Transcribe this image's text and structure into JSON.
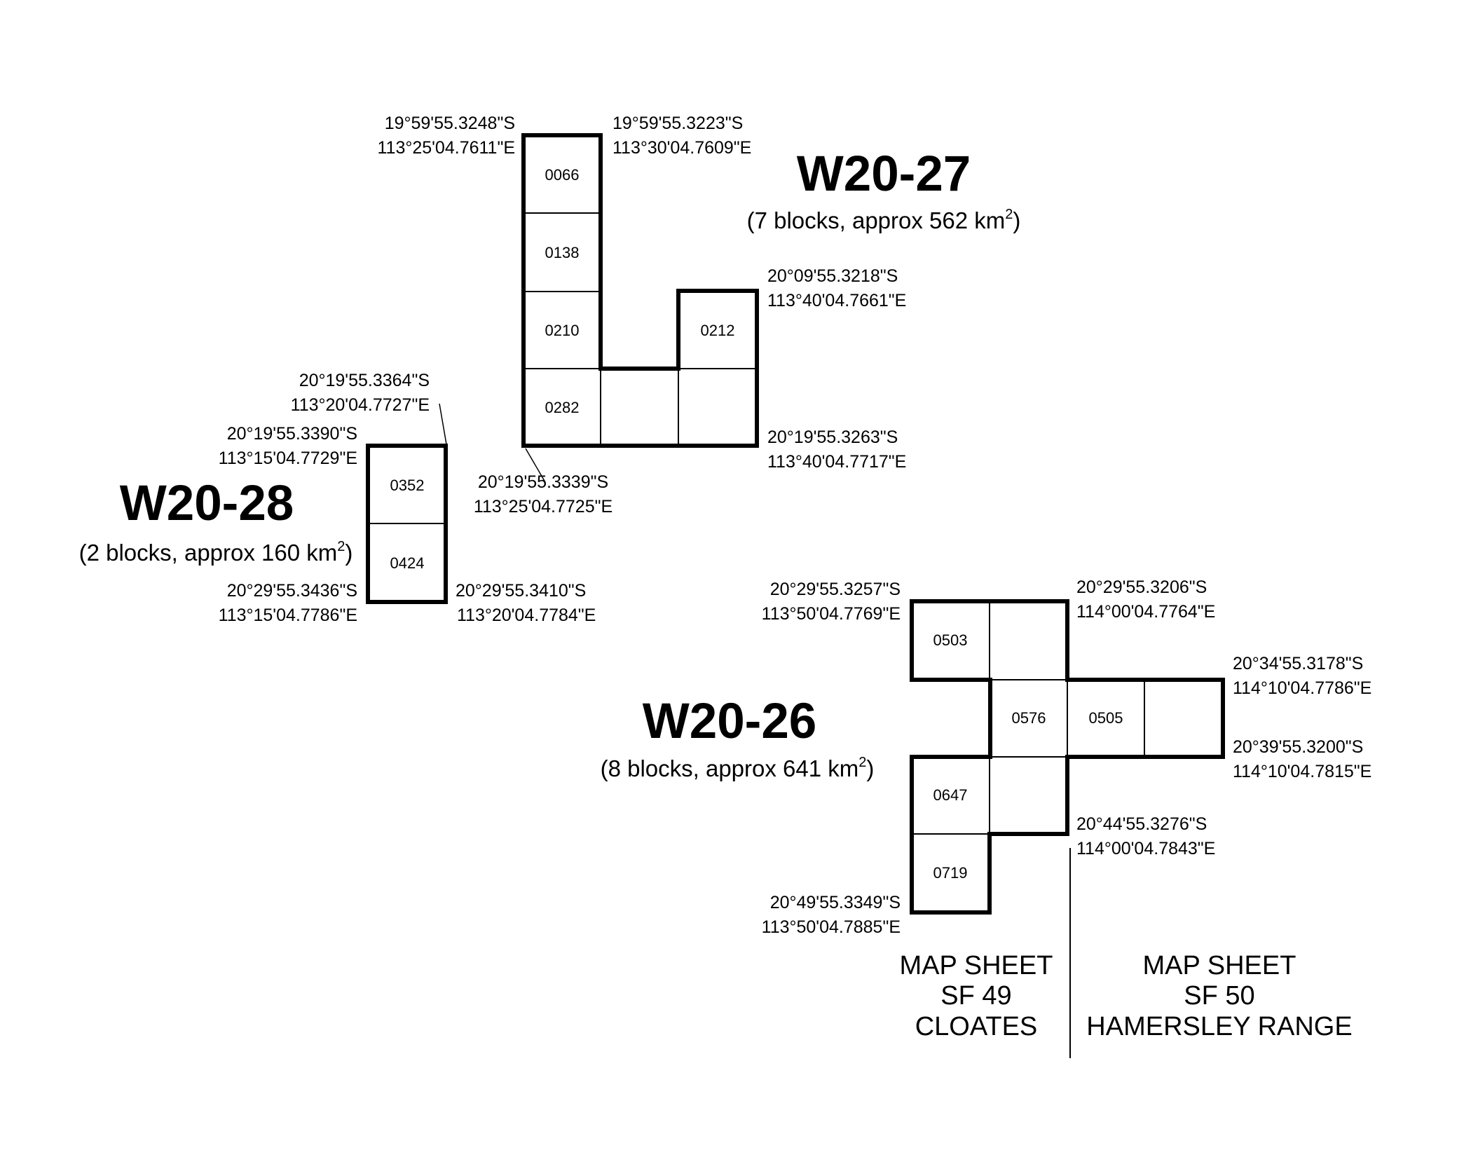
{
  "areas": {
    "w2027": {
      "title": "W20-27",
      "subtitle_pre": "(7 blocks, approx 562 km",
      "sup": "2",
      "subtitle_post": ")"
    },
    "w2028": {
      "title": "W20-28",
      "subtitle_pre": "(2 blocks, approx 160 km",
      "sup": "2",
      "subtitle_post": ")"
    },
    "w2026": {
      "title": "W20-26",
      "subtitle_pre": "(8 blocks, approx 641 km",
      "sup": "2",
      "subtitle_post": ")"
    }
  },
  "blocks": {
    "b0066": "0066",
    "b0138": "0138",
    "b0210": "0210",
    "b0282": "0282",
    "b0212": "0212",
    "b0352": "0352",
    "b0424": "0424",
    "b0503": "0503",
    "b0576": "0576",
    "b0505": "0505",
    "b0647": "0647",
    "b0719": "0719"
  },
  "coords": {
    "c1": {
      "lat": "19°59'55.3248\"S",
      "lon": "113°25'04.7611\"E"
    },
    "c2": {
      "lat": "19°59'55.3223\"S",
      "lon": "113°30'04.7609\"E"
    },
    "c3": {
      "lat": "20°09'55.3218\"S",
      "lon": "113°40'04.7661\"E"
    },
    "c4": {
      "lat": "20°19'55.3263\"S",
      "lon": "113°40'04.7717\"E"
    },
    "c5": {
      "lat": "20°19'55.3339\"S",
      "lon": "113°25'04.7725\"E"
    },
    "c6": {
      "lat": "20°19'55.3364\"S",
      "lon": "113°20'04.7727\"E"
    },
    "c7": {
      "lat": "20°19'55.3390\"S",
      "lon": "113°15'04.7729\"E"
    },
    "c8": {
      "lat": "20°29'55.3436\"S",
      "lon": "113°15'04.7786\"E"
    },
    "c9": {
      "lat": "20°29'55.3410\"S",
      "lon": "113°20'04.7784\"E"
    },
    "c10": {
      "lat": "20°29'55.3257\"S",
      "lon": "113°50'04.7769\"E"
    },
    "c11": {
      "lat": "20°29'55.3206\"S",
      "lon": "114°00'04.7764\"E"
    },
    "c12": {
      "lat": "20°34'55.3178\"S",
      "lon": "114°10'04.7786\"E"
    },
    "c13": {
      "lat": "20°39'55.3200\"S",
      "lon": "114°10'04.7815\"E"
    },
    "c14": {
      "lat": "20°44'55.3276\"S",
      "lon": "114°00'04.7843\"E"
    },
    "c15": {
      "lat": "20°49'55.3349\"S",
      "lon": "113°50'04.7885\"E"
    }
  },
  "map_sheets": {
    "left": {
      "line1": "MAP SHEET",
      "line2": "SF 49",
      "line3": "CLOATES"
    },
    "right": {
      "line1": "MAP SHEET",
      "line2": "SF 50",
      "line3": "HAMERSLEY RANGE"
    }
  }
}
